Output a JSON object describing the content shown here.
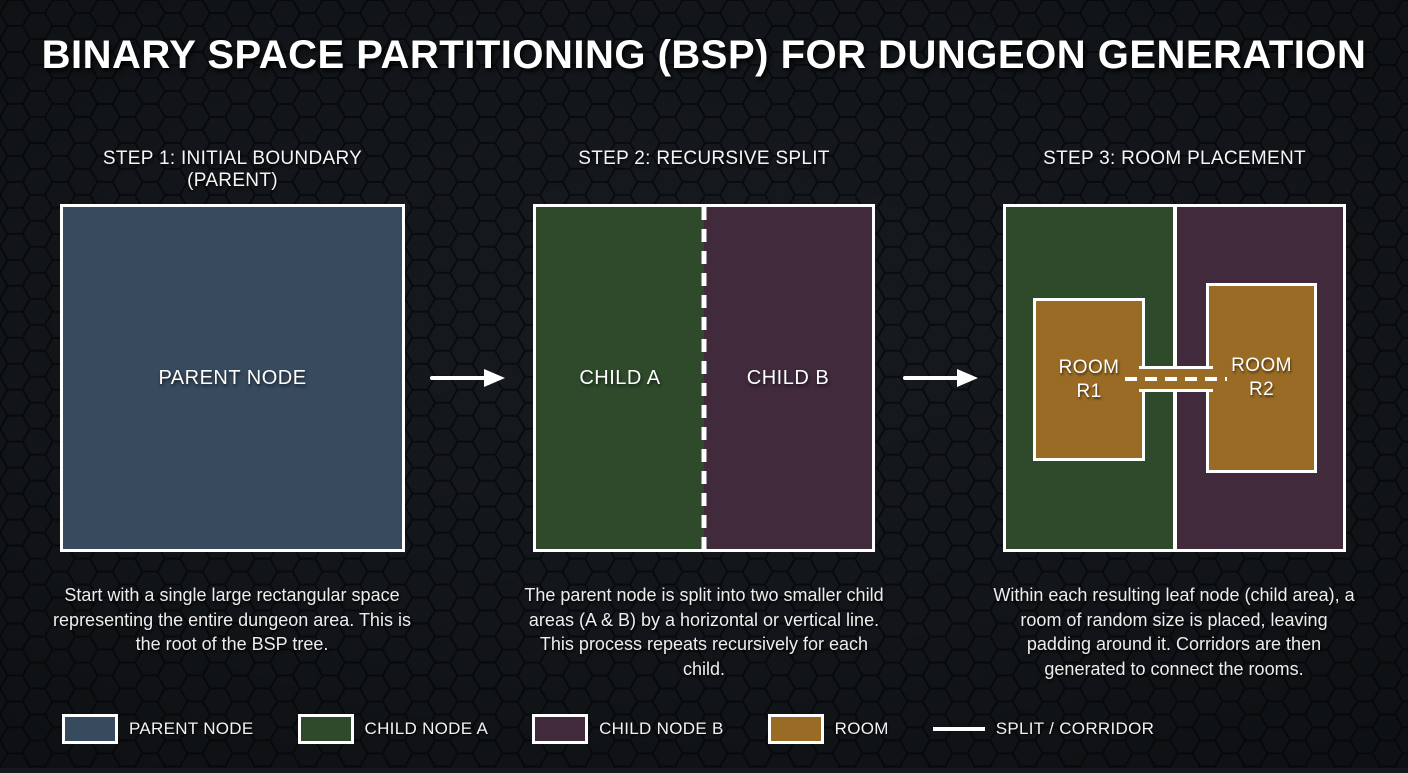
{
  "title": "BINARY SPACE PARTITIONING (BSP) FOR DUNGEON GENERATION",
  "colors": {
    "parent": "#374a5e",
    "child_a": "#2e4a2b",
    "child_b": "#402a3c",
    "room": "#996b24",
    "line": "#ffffff"
  },
  "steps": [
    {
      "heading": "STEP 1: INITIAL BOUNDARY (PARENT)",
      "panel_label": "PARENT NODE",
      "description": "Start with a single large rectangular space representing the entire dungeon area. This is the root of the BSP tree."
    },
    {
      "heading": "STEP 2: RECURSIVE SPLIT",
      "child_a_label": "CHILD A",
      "child_b_label": "CHILD B",
      "description": "The parent node is split into two smaller child areas (A & B) by a horizontal or vertical line. This process repeats recursively for each child."
    },
    {
      "heading": "STEP 3: ROOM PLACEMENT",
      "rooms": [
        {
          "line1": "ROOM",
          "line2": "R1"
        },
        {
          "line1": "ROOM",
          "line2": "R2"
        }
      ],
      "description": "Within each resulting leaf node (child area), a room of random size is placed, leaving padding around it. Corridors are then generated to connect the rooms."
    }
  ],
  "legend": {
    "items": [
      {
        "label": "PARENT NODE",
        "color": "#374a5e"
      },
      {
        "label": "CHILD NODE A",
        "color": "#2e4a2b"
      },
      {
        "label": "CHILD NODE B",
        "color": "#402a3c"
      },
      {
        "label": "ROOM",
        "color": "#996b24"
      },
      {
        "label": "SPLIT / CORRIDOR",
        "color": "#ffffff",
        "type": "line"
      }
    ]
  }
}
